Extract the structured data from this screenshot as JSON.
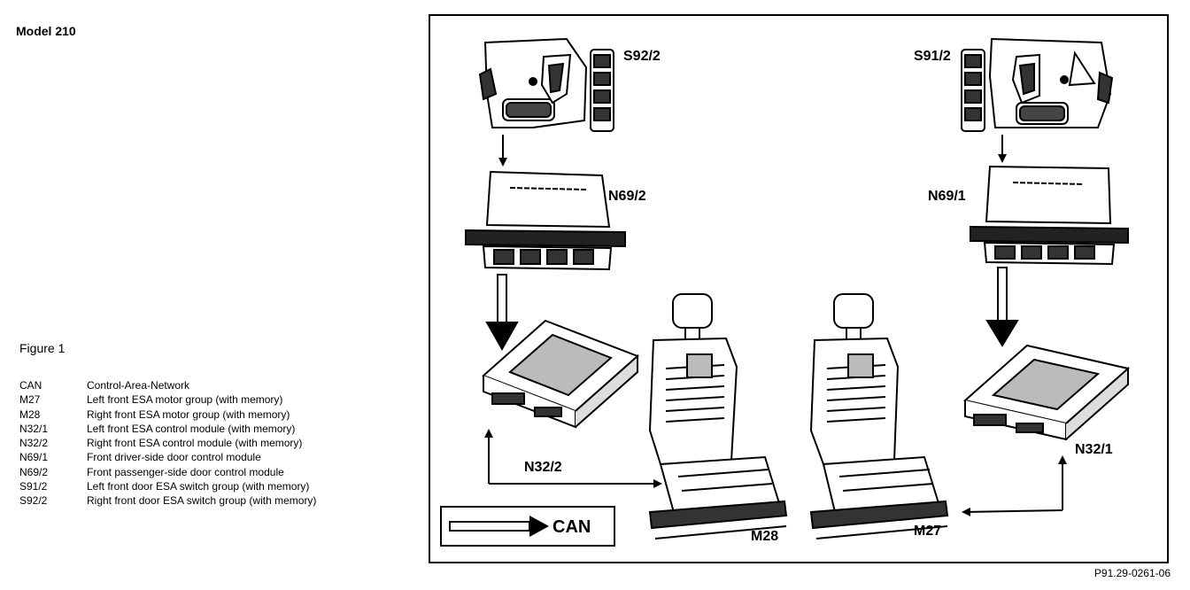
{
  "model_title": "Model 210",
  "figure_label": "Figure 1",
  "legend": [
    {
      "code": "CAN",
      "desc": "Control-Area-Network"
    },
    {
      "code": "M27",
      "desc": "Left front ESA motor group (with memory)"
    },
    {
      "code": "M28",
      "desc": "Right front ESA motor group (with memory)"
    },
    {
      "code": "N32/1",
      "desc": "Left front ESA control module (with memory)"
    },
    {
      "code": "N32/2",
      "desc": "Right front ESA control module (with memory)"
    },
    {
      "code": "N69/1",
      "desc": "Front driver-side door control module"
    },
    {
      "code": "N69/2",
      "desc": "Front passenger-side door control module"
    },
    {
      "code": "S91/2",
      "desc": "Left front door ESA switch group (with memory)"
    },
    {
      "code": "S92/2",
      "desc": "Right front door ESA switch group (with memory)"
    }
  ],
  "diagram_labels": {
    "s92_2": "S92/2",
    "s91_2": "S91/2",
    "n69_2": "N69/2",
    "n69_1": "N69/1",
    "n32_2": "N32/2",
    "n32_1": "N32/1",
    "m28": "M28",
    "m27": "M27",
    "can": "CAN"
  },
  "footer_code": "P91.29-0261-06"
}
